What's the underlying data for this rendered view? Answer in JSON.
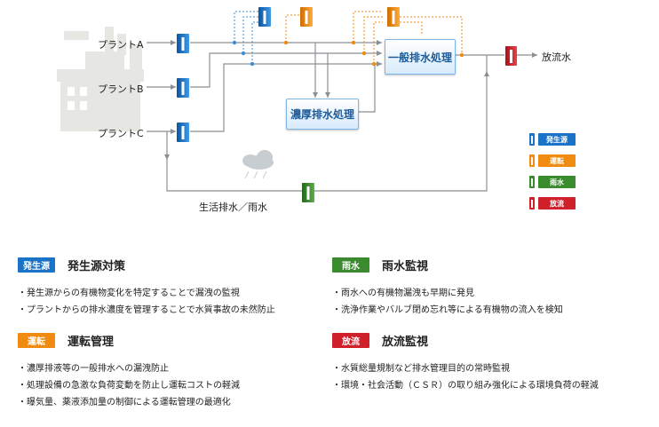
{
  "diagram": {
    "plants": [
      "プラントA",
      "プラントB",
      "プラントC"
    ],
    "concentrated_treatment": "濃厚排水処理",
    "general_treatment": "一般排水処理",
    "discharge": "放流水",
    "domestic_rain": "生活排水／雨水"
  },
  "legend": [
    {
      "label": "発生源",
      "color": "#1a73c6"
    },
    {
      "label": "運転",
      "color": "#f08a10"
    },
    {
      "label": "雨水",
      "color": "#3a8a2e"
    },
    {
      "label": "放流",
      "color": "#d0202a"
    }
  ],
  "sections": {
    "source": {
      "badge": "発生源",
      "color": "#1a73c6",
      "title": "発生源対策",
      "items": [
        "発生源からの有機物変化を特定することで漏洩の監視",
        "プラントからの排水濃度を管理することで水質事故の未然防止"
      ]
    },
    "rain": {
      "badge": "雨水",
      "color": "#3a8a2e",
      "title": "雨水監視",
      "items": [
        "雨水への有機物漏洩も早期に発見",
        "洗浄作業やバルブ閉め忘れ等による有機物の流入を検知"
      ]
    },
    "operation": {
      "badge": "運転",
      "color": "#f08a10",
      "title": "運転管理",
      "items": [
        "濃厚排液等の一般排水への漏洩防止",
        "処理設備の急激な負荷変動を防止し運転コストの軽減",
        "曝気量、薬液添加量の制御による運転管理の最適化"
      ]
    },
    "discharge": {
      "badge": "放流",
      "color": "#d0202a",
      "title": "放流監視",
      "items": [
        "水質総量規制など排水管理目的の常時監視",
        "環境・社会活動（ＣＳＲ）の取り組み強化による環境負荷の軽減"
      ]
    }
  }
}
